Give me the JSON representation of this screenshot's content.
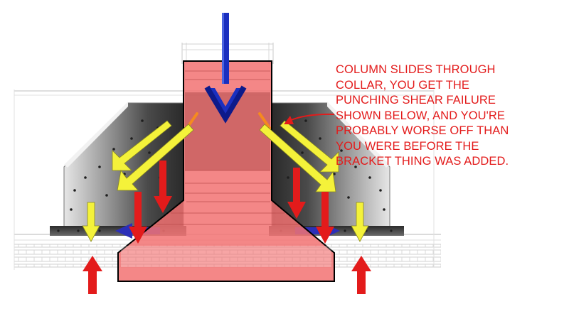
{
  "annotation": {
    "lines": [
      "COLUMN SLIDES THROUGH",
      "COLLAR, YOU GET THE",
      "PUNCHING SHEAR FAILURE",
      "SHOWN BELOW, AND YOU'RE",
      "PROBABLY WORSE OFF THAN",
      "YOU WERE BEFORE THE",
      "BRACKET THING WAS ADDED."
    ]
  },
  "colors": {
    "column_load_arrow": "#1a2fbf",
    "punching_cone_fill": "#f27272",
    "punching_cone_outline": "#000000",
    "load_arrows": "#e31b1b",
    "bracket_force_arrows": "#f4f23a",
    "crack_marks": "#f58a1f",
    "slab_arrows": "#2b2fb8",
    "annotation_text": "#e31b1b"
  }
}
